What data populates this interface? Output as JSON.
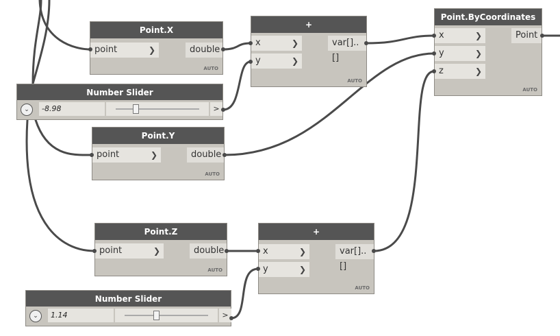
{
  "nodes": {
    "point_x": {
      "title": "Point.X",
      "input": "point",
      "output": "double",
      "auto": "AUTO"
    },
    "slider_1": {
      "title": "Number Slider",
      "value": "-8.98",
      "gt": ">",
      "toggle": "⌄"
    },
    "point_y": {
      "title": "Point.Y",
      "input": "point",
      "output": "double",
      "auto": "AUTO"
    },
    "add_1": {
      "title": "+",
      "in_x": "x",
      "in_y": "y",
      "output": "var[]..[]",
      "auto": "AUTO"
    },
    "by_coords": {
      "title": "Point.ByCoordinates",
      "in_x": "x",
      "in_y": "y",
      "in_z": "z",
      "output": "Point",
      "auto": "AUTO"
    },
    "point_z": {
      "title": "Point.Z",
      "input": "point",
      "output": "double",
      "auto": "AUTO"
    },
    "add_2": {
      "title": "+",
      "in_x": "x",
      "in_y": "y",
      "output": "var[]..[]",
      "auto": "AUTO"
    },
    "slider_2": {
      "title": "Number Slider",
      "value": "1.14",
      "gt": ">",
      "toggle": "⌄"
    }
  },
  "sliders": {
    "slider_1_level": 0.24,
    "slider_2_level": 0.38
  },
  "colors": {
    "header": "#555555",
    "body": "#c8c5be",
    "wire": "#4a4a4a",
    "canvas": "#ffffff"
  }
}
